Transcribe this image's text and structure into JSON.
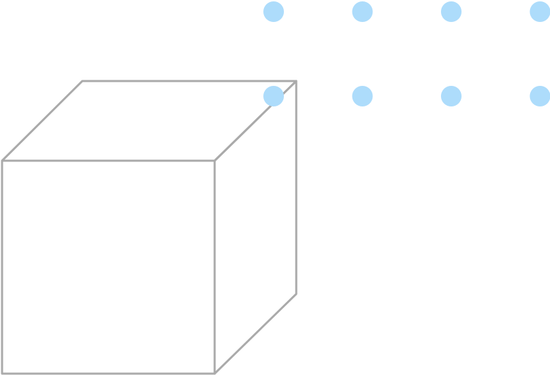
{
  "graphic": {
    "cube": {
      "icon": "cube-outline",
      "stroke_color": "#aaaaaa"
    },
    "dot_grid": {
      "icon": "dot-pattern",
      "color": "#addcfb",
      "rows": 2,
      "columns": 4
    }
  }
}
